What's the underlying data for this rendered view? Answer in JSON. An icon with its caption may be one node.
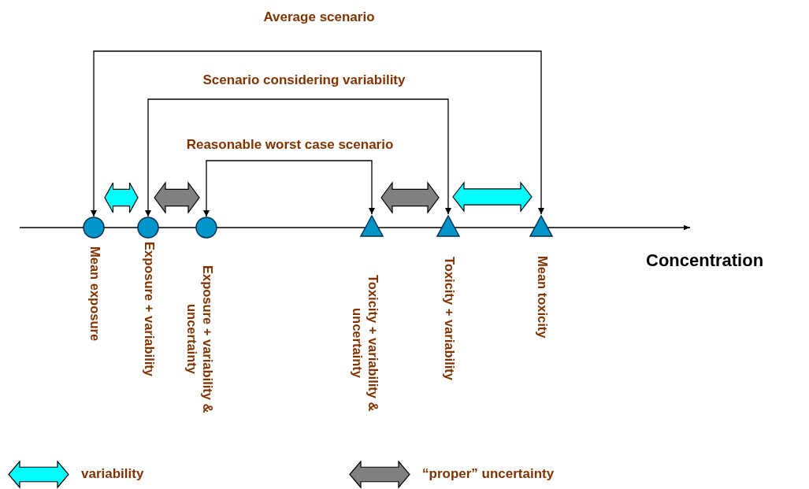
{
  "diagram": {
    "nodes": [
      {
        "text": [],
        "shape": "circle",
        "beside": [
          "Mean exposure"
        ]
      },
      {
        "text": [],
        "shape": "circle",
        "beside": [
          "Exposure + variability"
        ]
      },
      {
        "text": [],
        "shape": "circle",
        "beside": [
          "Exposure + variability & uncertainty"
        ]
      },
      {
        "text": [],
        "shape": "triangle",
        "beside": [
          "Toxicity + variability & uncertainty"
        ]
      },
      {
        "text": [],
        "shape": "triangle",
        "beside": [
          "Toxicity + variability"
        ]
      },
      {
        "text": [],
        "shape": "triangle",
        "beside": [
          "Mean toxicity"
        ]
      }
    ],
    "edges": [
      {
        "from": 0,
        "to": 5,
        "arrow": "both",
        "label": "Average scenario"
      },
      {
        "from": 1,
        "to": 4,
        "arrow": "both",
        "label": "Scenario considering variability"
      },
      {
        "from": 2,
        "to": 3,
        "arrow": "both",
        "label": "Reasonable worst case scenario"
      },
      {
        "from": 0,
        "to": 1,
        "arrow": "both",
        "style": "thick",
        "color": "#00ffff"
      },
      {
        "from": 1,
        "to": 2,
        "arrow": "both",
        "style": "thick",
        "color": "#808080"
      },
      {
        "from": 3,
        "to": 4,
        "arrow": "both",
        "style": "thick",
        "color": "#808080"
      },
      {
        "from": 4,
        "to": 5,
        "arrow": "both",
        "style": "thick",
        "color": "#00ffff"
      }
    ],
    "labels": [
      "Concentration"
    ],
    "legend": [
      {
        "text": "variability",
        "color": "#00ffff"
      },
      {
        "text": "“proper” uncertainty",
        "color": "#808080"
      }
    ]
  }
}
